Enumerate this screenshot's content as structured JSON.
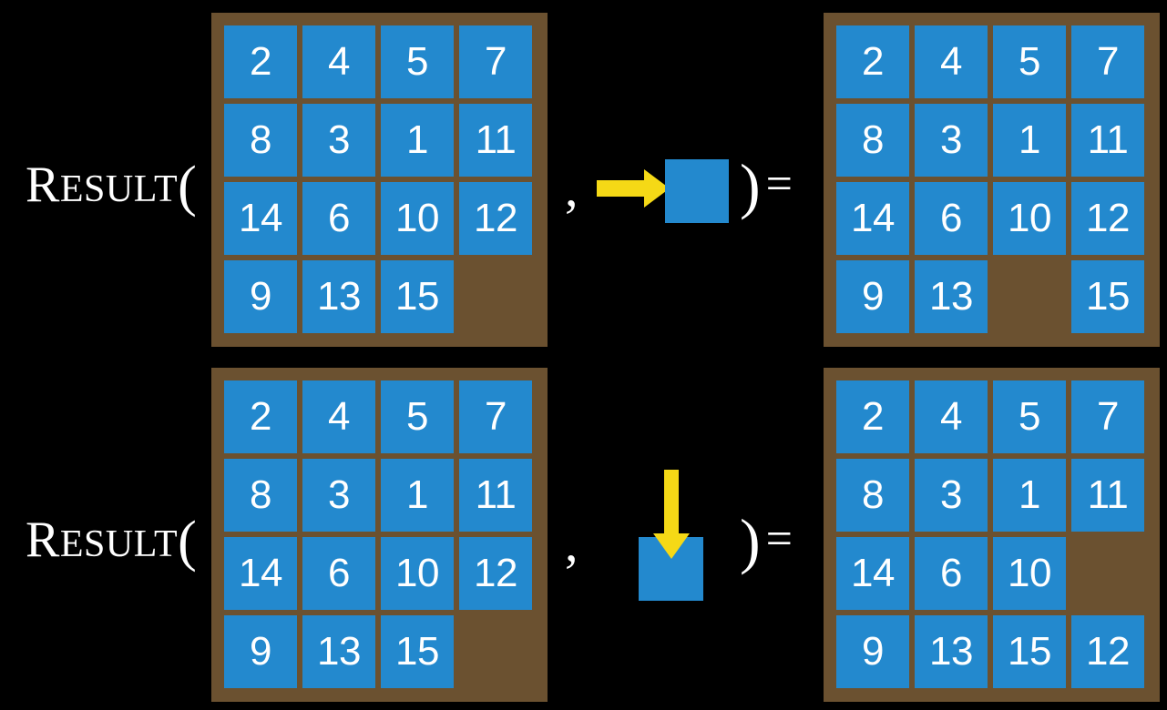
{
  "page": {
    "background_color": "#000000",
    "tile_color": "#2389ce",
    "frame_color": "#6b5130",
    "arrow_color": "#f5d916",
    "text_color": "#ffffff"
  },
  "rows": [
    {
      "id": "row-horizontal-move",
      "label": {
        "cap": "R",
        "rest": "ESULT",
        "open_paren": "("
      },
      "comma": ",",
      "operand": {
        "arrow_direction": "right",
        "arrow_label": "right-arrow",
        "square_label": "blank-tile"
      },
      "close": {
        "paren": ")",
        "equals": "="
      },
      "input_grid": {
        "name": "input-board-row-1",
        "cells": [
          [
            "2",
            "4",
            "5",
            "7"
          ],
          [
            "8",
            "3",
            "1",
            "11"
          ],
          [
            "14",
            "6",
            "10",
            "12"
          ],
          [
            "9",
            "13",
            "15",
            ""
          ]
        ]
      },
      "output_grid": {
        "name": "output-board-row-1",
        "cells": [
          [
            "2",
            "4",
            "5",
            "7"
          ],
          [
            "8",
            "3",
            "1",
            "11"
          ],
          [
            "14",
            "6",
            "10",
            "12"
          ],
          [
            "9",
            "13",
            "",
            "15"
          ]
        ]
      }
    },
    {
      "id": "row-vertical-move",
      "label": {
        "cap": "R",
        "rest": "ESULT",
        "open_paren": "("
      },
      "comma": ",",
      "operand": {
        "arrow_direction": "down",
        "arrow_label": "down-arrow",
        "square_label": "blank-tile"
      },
      "close": {
        "paren": ")",
        "equals": "="
      },
      "input_grid": {
        "name": "input-board-row-2",
        "cells": [
          [
            "2",
            "4",
            "5",
            "7"
          ],
          [
            "8",
            "3",
            "1",
            "11"
          ],
          [
            "14",
            "6",
            "10",
            "12"
          ],
          [
            "9",
            "13",
            "15",
            ""
          ]
        ]
      },
      "output_grid": {
        "name": "output-board-row-2",
        "cells": [
          [
            "2",
            "4",
            "5",
            "7"
          ],
          [
            "8",
            "3",
            "1",
            "11"
          ],
          [
            "14",
            "6",
            "10",
            ""
          ],
          [
            "9",
            "13",
            "15",
            "12"
          ]
        ]
      }
    }
  ]
}
